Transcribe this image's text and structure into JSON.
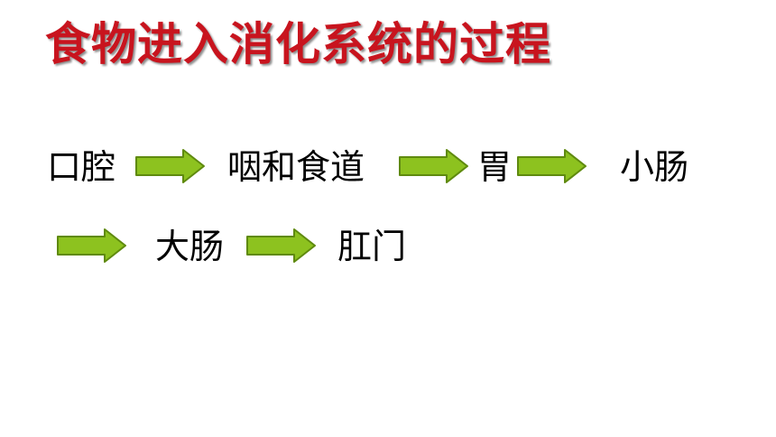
{
  "title": "食物进入消化系统的过程",
  "colors": {
    "title": "#c8141e",
    "arrow_fill": "#8dc21f",
    "arrow_stroke": "#5f8a0f",
    "text": "#000000"
  },
  "stages": [
    "口腔",
    "咽和食道",
    "胃",
    "小肠",
    "大肠",
    "肛门"
  ],
  "arrow_icon": "right-arrow-icon"
}
